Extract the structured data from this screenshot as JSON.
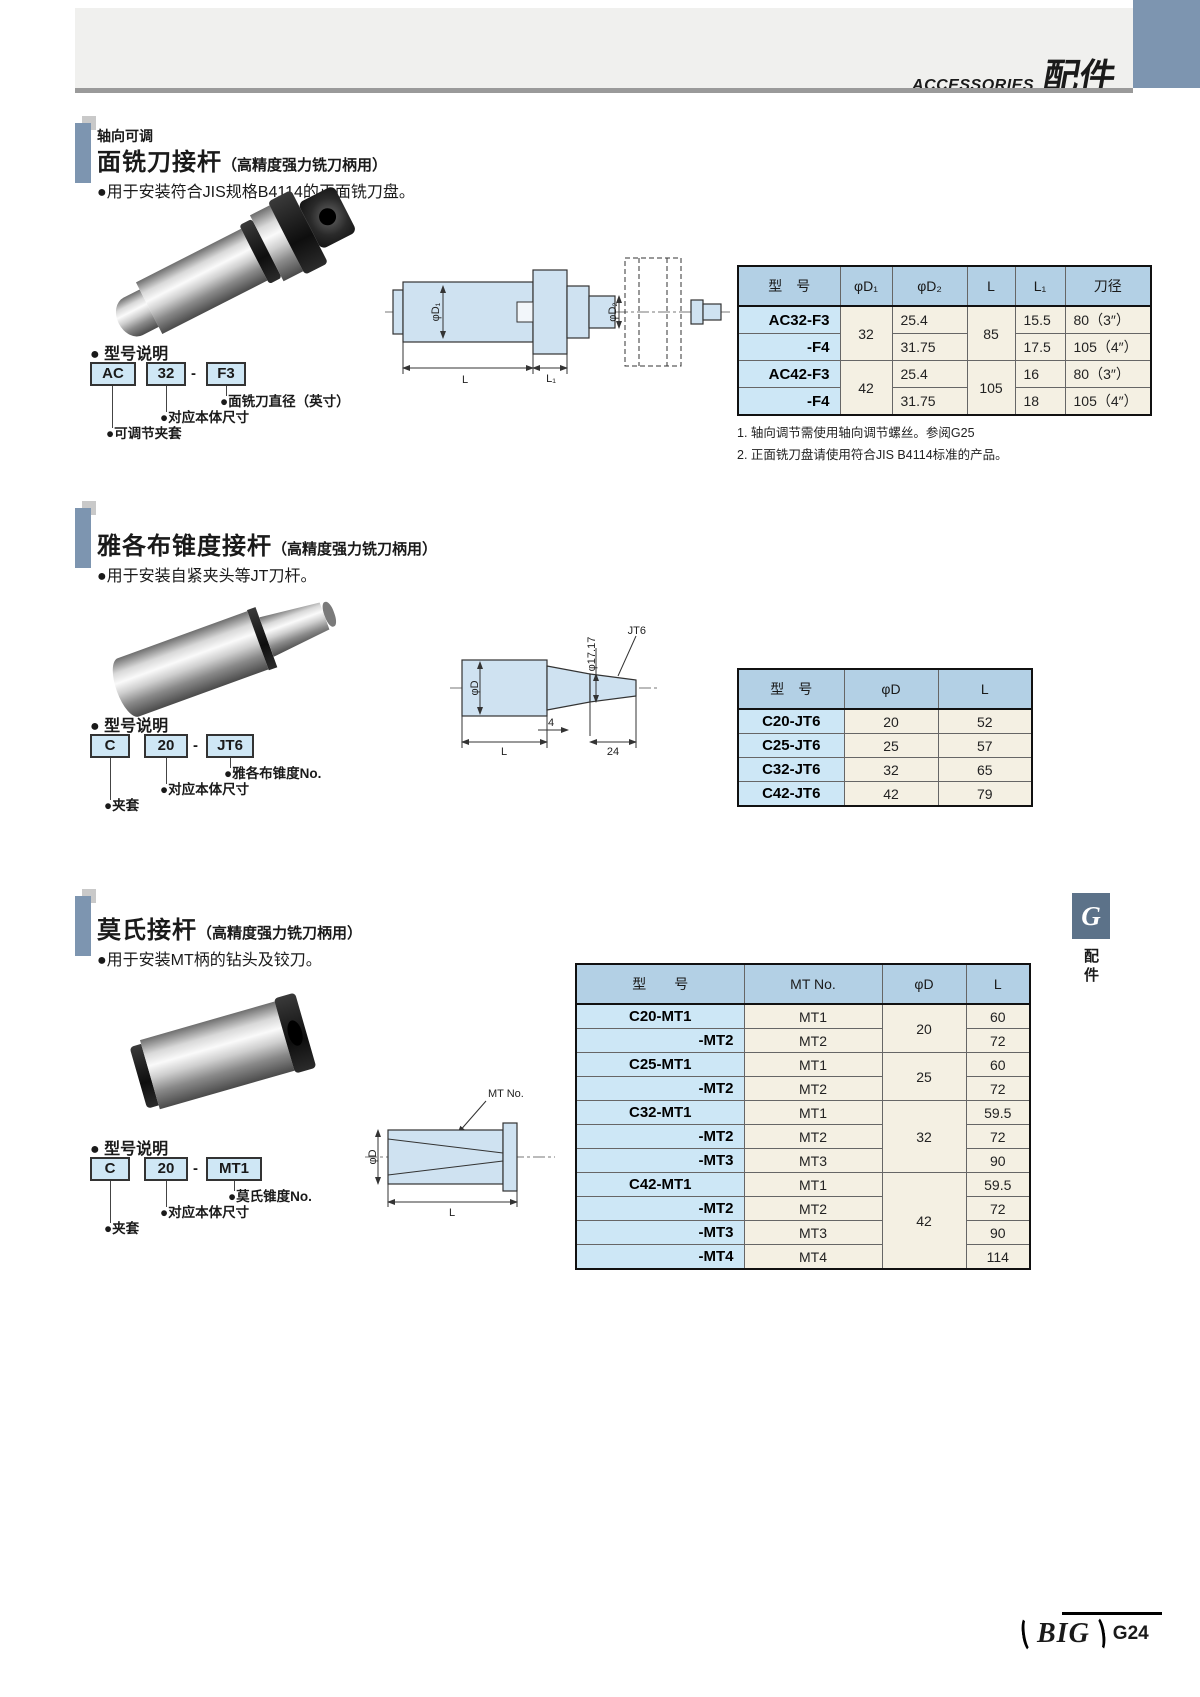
{
  "header": {
    "en": "ACCESSORIES",
    "cn": "配件"
  },
  "side_tab": {
    "letter": "G",
    "label": "配件"
  },
  "footer": {
    "logo": "BIG",
    "page": "G24"
  },
  "s1": {
    "pre_title": "轴向可调",
    "title": "面铣刀接杆",
    "suffix": "（高精度强力铣刀柄用）",
    "bullet": "●用于安装符合JIS规格B4114的正面铣刀盘。",
    "model_label": "● 型号说明",
    "boxes": [
      "AC",
      "32",
      "F3"
    ],
    "dash": "-",
    "callout_dia": "●面铣刀直径（英寸）",
    "callout_size": "●对应本体尺寸",
    "callout_collet": "●可调节夹套",
    "drawing": {
      "d1": "φD₁",
      "d2": "φD₂",
      "L": "L",
      "L1": "L₁"
    },
    "table": {
      "headers": [
        "型　号",
        "φD₁",
        "φD₂",
        "L",
        "L₁",
        "刀径"
      ],
      "rows": [
        {
          "model": "AC32-F3",
          "d1": "32",
          "d2": "25.4",
          "L": "85",
          "L1": "15.5",
          "dia": "80（3″）"
        },
        {
          "model": "-F4",
          "d2": "31.75",
          "L1": "17.5",
          "dia": "105（4″）"
        },
        {
          "model": "AC42-F3",
          "d1": "42",
          "d2": "25.4",
          "L": "105",
          "L1": "16",
          "dia": "80（3″）"
        },
        {
          "model": "-F4",
          "d2": "31.75",
          "L1": "18",
          "dia": "105（4″）"
        }
      ]
    },
    "notes": [
      "1. 轴向调节需使用轴向调节螺丝。参阅G25",
      "2. 正面铣刀盘请使用符合JIS B4114标准的产品。"
    ]
  },
  "s2": {
    "title": "雅各布锥度接杆",
    "suffix": "（高精度强力铣刀柄用）",
    "bullet": "●用于安装自紧夹头等JT刀杆。",
    "model_label": "● 型号说明",
    "boxes": [
      "C",
      "20",
      "JT6"
    ],
    "dash": "-",
    "callout_taper": "●雅各布锥度No.",
    "callout_size": "●对应本体尺寸",
    "callout_collet": "●夹套",
    "drawing": {
      "d": "φD",
      "tip_dia": "φ17.17",
      "taper_no": "JT6",
      "dim4": "4",
      "L": "L",
      "dim24": "24"
    },
    "table": {
      "headers": [
        "型　号",
        "φD",
        "L"
      ],
      "rows": [
        {
          "model": "C20-JT6",
          "d": "20",
          "L": "52"
        },
        {
          "model": "C25-JT6",
          "d": "25",
          "L": "57"
        },
        {
          "model": "C32-JT6",
          "d": "32",
          "L": "65"
        },
        {
          "model": "C42-JT6",
          "d": "42",
          "L": "79"
        }
      ]
    }
  },
  "s3": {
    "title": "莫氏接杆",
    "suffix": "（高精度强力铣刀柄用）",
    "bullet": "●用于安装MT柄的钻头及铰刀。",
    "model_label": "● 型号说明",
    "boxes": [
      "C",
      "20",
      "MT1"
    ],
    "dash": "-",
    "callout_taper": "●莫氏锥度No.",
    "callout_size": "●对应本体尺寸",
    "callout_collet": "●夹套",
    "drawing": {
      "mt": "MT No.",
      "d": "φD",
      "L": "L"
    },
    "table": {
      "headers": [
        "型　　号",
        "MT No.",
        "φD",
        "L"
      ],
      "rows": [
        {
          "model": "C20-MT1",
          "mt": "MT1",
          "d": "20",
          "L": "60"
        },
        {
          "model": "-MT2",
          "mt": "MT2",
          "L": "72"
        },
        {
          "model": "C25-MT1",
          "mt": "MT1",
          "d": "25",
          "L": "60"
        },
        {
          "model": "-MT2",
          "mt": "MT2",
          "L": "72"
        },
        {
          "model": "C32-MT1",
          "mt": "MT1",
          "d": "32",
          "L": "59.5"
        },
        {
          "model": "-MT2",
          "mt": "MT2",
          "L": "72"
        },
        {
          "model": "-MT3",
          "mt": "MT3",
          "L": "90"
        },
        {
          "model": "C42-MT1",
          "mt": "MT1",
          "d": "42",
          "L": "59.5"
        },
        {
          "model": "-MT2",
          "mt": "MT2",
          "L": "72"
        },
        {
          "model": "-MT3",
          "mt": "MT3",
          "L": "90"
        },
        {
          "model": "-MT4",
          "mt": "MT4",
          "L": "114"
        }
      ]
    }
  }
}
